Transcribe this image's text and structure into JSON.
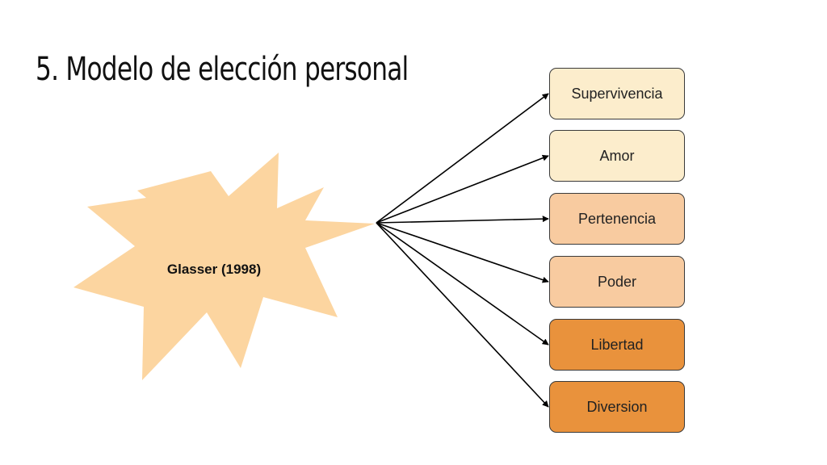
{
  "slide": {
    "title": "5. Modelo de elección personal"
  },
  "diagram": {
    "source_label": "Glasser (1998)",
    "source_color": "#FCD5A0",
    "needs": [
      {
        "label": "Supervivencia",
        "color": "#FCEDCC"
      },
      {
        "label": "Amor",
        "color": "#FCEDCC"
      },
      {
        "label": "Pertenencia",
        "color": "#F8CBA0"
      },
      {
        "label": "Poder",
        "color": "#F8CBA0"
      },
      {
        "label": "Libertad",
        "color": "#E9923C"
      },
      {
        "label": "Diversion",
        "color": "#E9923C"
      }
    ]
  }
}
